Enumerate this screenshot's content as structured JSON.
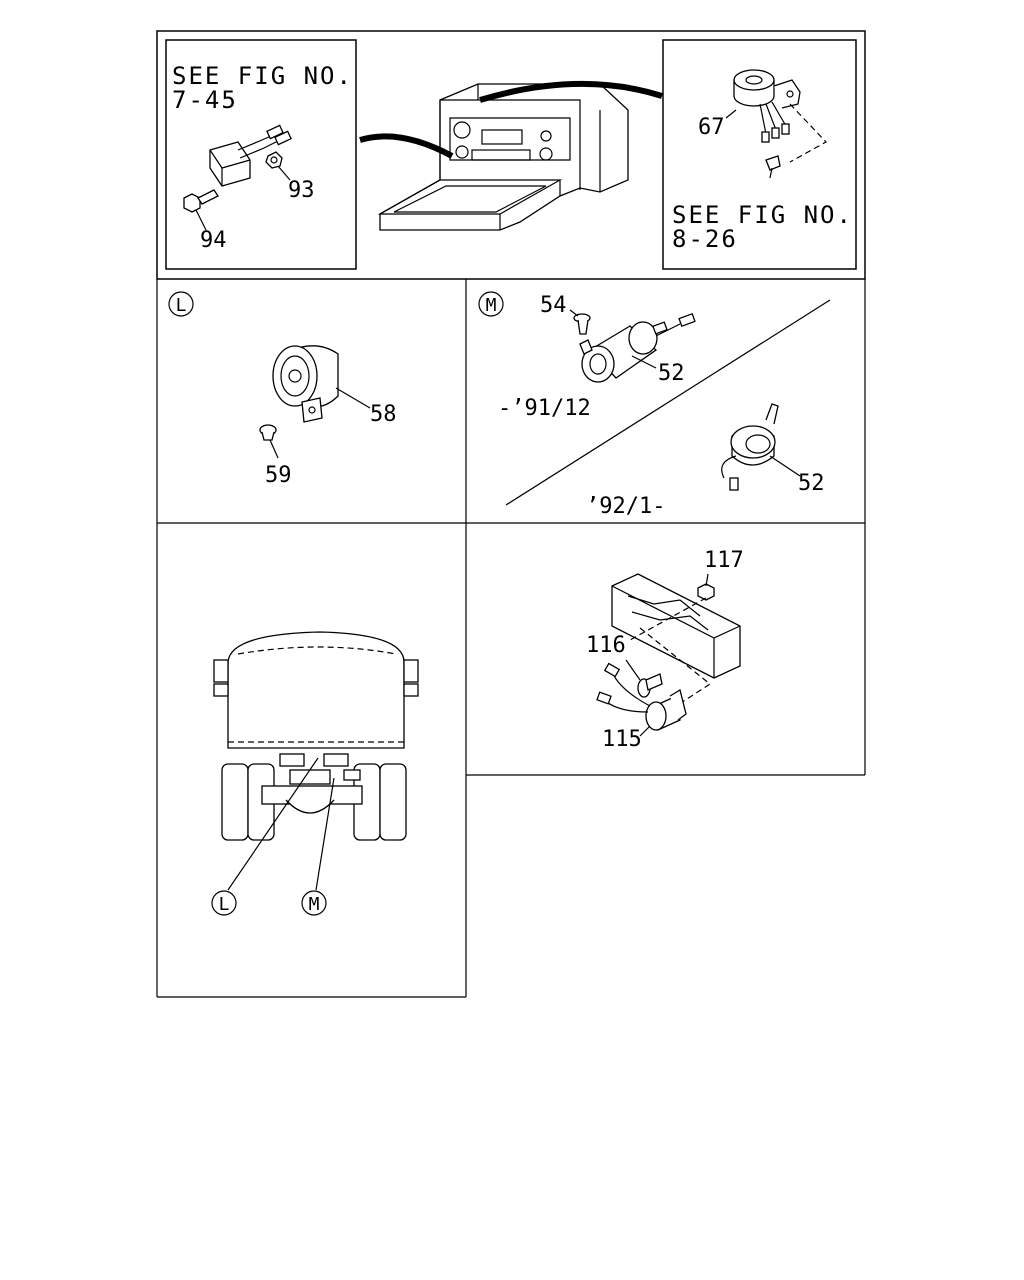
{
  "top_panel": {
    "left_note_line1": "SEE FIG NO.",
    "left_note_line2": "7-45",
    "right_note_line1": "SEE FIG NO.",
    "right_note_line2": "8-26",
    "callouts": [
      "93",
      "94",
      "67"
    ]
  },
  "panel_l": {
    "marker": "L",
    "callouts": [
      "58",
      "59"
    ]
  },
  "panel_m": {
    "marker": "M",
    "callouts": [
      "54",
      "52",
      "52"
    ],
    "range_before": "-’91/12",
    "range_after": "’92/1-"
  },
  "panel_truck": {
    "markers": [
      "L",
      "M"
    ]
  },
  "panel_bracket": {
    "callouts": [
      "117",
      "116",
      "115"
    ]
  }
}
